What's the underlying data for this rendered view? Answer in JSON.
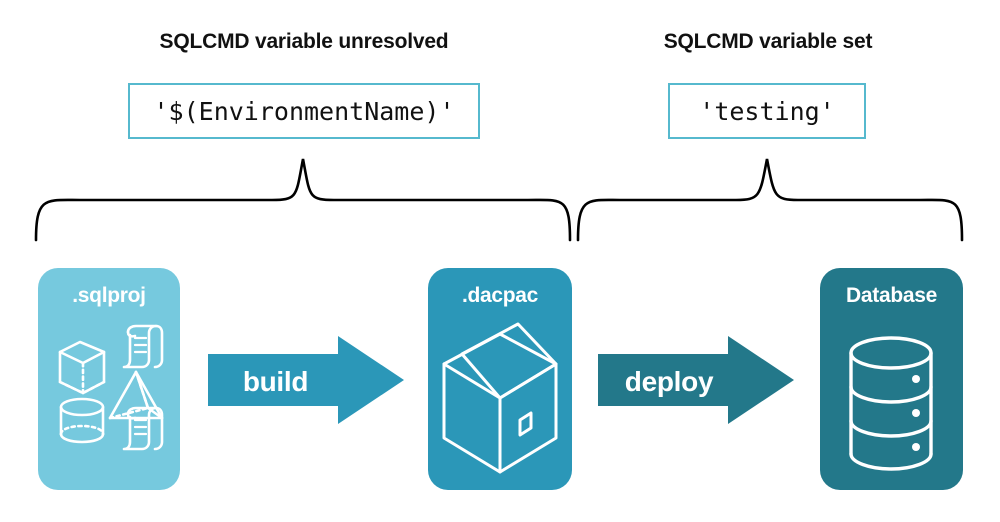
{
  "groups": [
    {
      "caption": "SQLCMD variable unresolved",
      "value": "'$(EnvironmentName)'"
    },
    {
      "caption": "SQLCMD variable set",
      "value": "'testing'"
    }
  ],
  "cards": [
    {
      "title": ".sqlproj",
      "color": "#76C9DE",
      "art": "sql-project-shapes-icon"
    },
    {
      "title": ".dacpac",
      "color": "#2B97B8",
      "art": "package-box-icon"
    },
    {
      "title": "Database",
      "color": "#23788A",
      "art": "database-cylinder-icon"
    }
  ],
  "arrows": [
    {
      "label": "build",
      "color": "#2B97B8"
    },
    {
      "label": "deploy",
      "color": "#23788A"
    }
  ],
  "colors": {
    "background": "#ffffff",
    "value_box_border": "#56B9CE",
    "brace_stroke": "#000000",
    "text_dark": "#111111",
    "text_light": "#ffffff",
    "light_teal": "#76C9DE",
    "mid_teal": "#2B97B8",
    "dark_teal": "#23788A"
  }
}
